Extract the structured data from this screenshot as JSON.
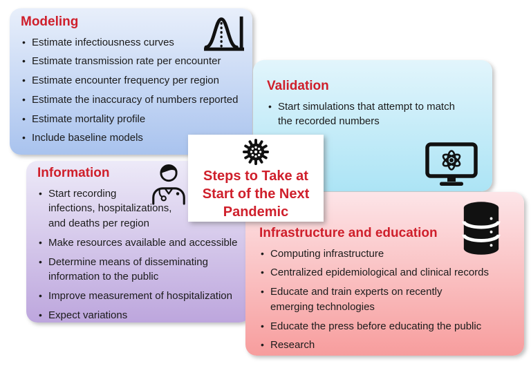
{
  "palette": {
    "title_red": "#cf1f2b",
    "body_text": "#1b1b1b",
    "icon_black": "#111111",
    "modeling_top": "#e8effb",
    "modeling_bottom": "#a9c3ee",
    "validation_top": "#e2f5fc",
    "validation_bottom": "#ace4f5",
    "information_top": "#edeaf8",
    "information_bottom": "#bda6dd",
    "infrastructure_top": "#fde5e8",
    "infrastructure_bottom": "#f79d9d"
  },
  "center_card": {
    "icon": "virus-icon",
    "title": "Steps to Take at\nStart of the Next\nPandemic"
  },
  "boxes": {
    "modeling": {
      "title": "Modeling",
      "icon": "distribution-curve-icon",
      "items": [
        "Estimate infectiousness curves",
        "Estimate transmission rate per encounter",
        "Estimate encounter frequency per region",
        "Estimate the inaccuracy of numbers reported",
        "Estimate mortality profile",
        "Include baseline models"
      ]
    },
    "validation": {
      "title": "Validation",
      "icon": "monitor-atom-icon",
      "items": [
        "Start simulations that attempt to match\nthe recorded numbers"
      ]
    },
    "information": {
      "title": "Information",
      "icon": "doctor-icon",
      "items": [
        "Start recording\ninfections, hospitalizations,\nand deaths per region",
        "Make resources available and accessible",
        "Determine means of disseminating\ninformation to the public",
        "Improve measurement of hospitalization",
        "Expect variations"
      ]
    },
    "infrastructure": {
      "title": "Infrastructure and education",
      "icon": "database-icon",
      "items": [
        "Computing infrastructure",
        "Centralized epidemiological and clinical records",
        "Educate and train experts on recently\nemerging technologies",
        "Educate the press before educating the public",
        "Research"
      ]
    }
  }
}
